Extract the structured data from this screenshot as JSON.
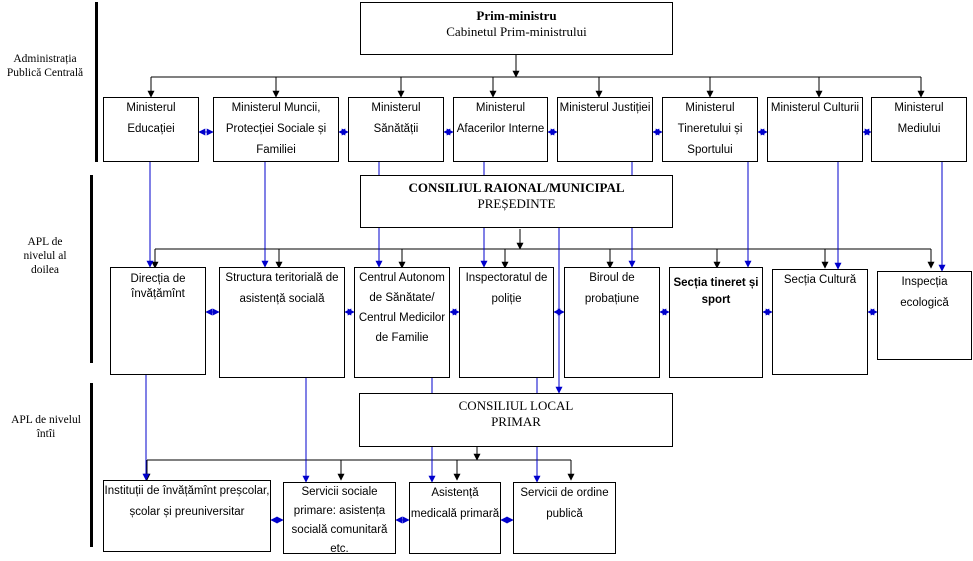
{
  "levels": {
    "central": "Administrația Publică Centrală",
    "level2": "APL de nivelul al doilea",
    "level1": "APL de nivelul întîi"
  },
  "top": {
    "title": "Prim-ministru",
    "subtitle": "Cabinetul Prim-ministrului"
  },
  "ministries": [
    "Ministerul Educației",
    "Ministerul Muncii, Protecției Sociale și Familiei",
    "Ministerul Sănătății",
    "Ministerul Afacerilor Interne",
    "Ministerul Justiției",
    "Ministerul Tineretului și Sportului",
    "Ministerul Culturii",
    "Ministerul Mediului"
  ],
  "district_council": {
    "title": "CONSILIUL RAIONAL/MUNICIPAL",
    "subtitle": "PREȘEDINTE"
  },
  "district_units": [
    "Direcția de învățămînt",
    "Structura teritorială de asistență socială",
    "Centrul Autonom de Sănătate/ Centrul Medicilor de Familie",
    "Inspectoratul de poliție",
    "Biroul de probațiune",
    "Secția tineret și sport",
    "Secția Cultură",
    "Inspecția ecologică"
  ],
  "local_council": {
    "title": "CONSILIUL LOCAL",
    "subtitle": "PRIMAR"
  },
  "local_units": [
    "Instituții de învățămînt preșcolar, școlar și preuniversitar",
    "Servicii sociale primare: asistența socială comunitară etc.",
    "Asistență medicală primară",
    "Servicii de ordine publică"
  ],
  "colors": {
    "line": "#000000",
    "link": "#0000cc"
  }
}
